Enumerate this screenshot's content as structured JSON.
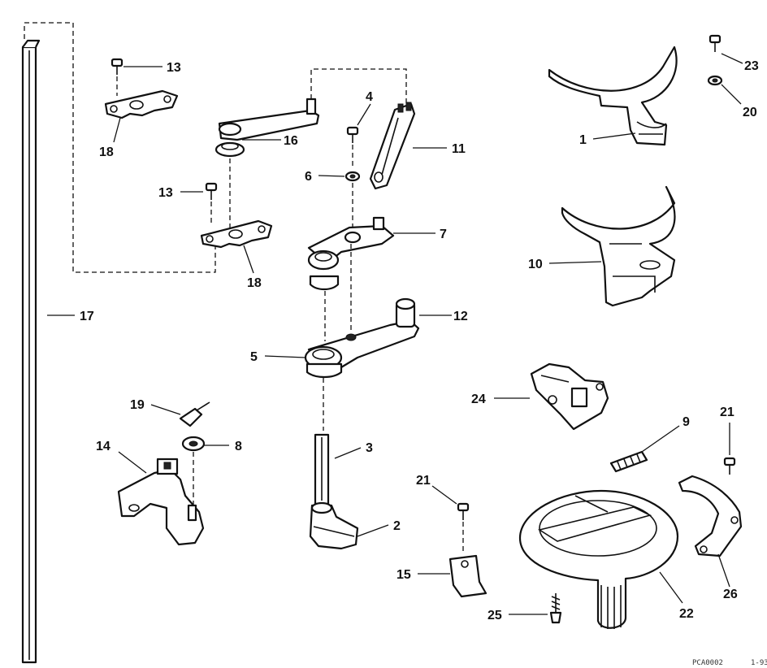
{
  "callouts": {
    "c1": "1",
    "c2": "2",
    "c3": "3",
    "c4": "4",
    "c5": "5",
    "c6": "6",
    "c7": "7",
    "c8": "8",
    "c9": "9",
    "c10": "10",
    "c11": "11",
    "c12": "12",
    "c13": "13",
    "c14": "14",
    "c15": "15",
    "c16": "16",
    "c17": "17",
    "c18": "18",
    "c19": "19",
    "c20": "20",
    "c21": "21",
    "c22": "22",
    "c23": "23",
    "c24": "24",
    "c25": "25",
    "c26": "26"
  },
  "footer": {
    "code": "PCA0002",
    "date": "1-93"
  }
}
